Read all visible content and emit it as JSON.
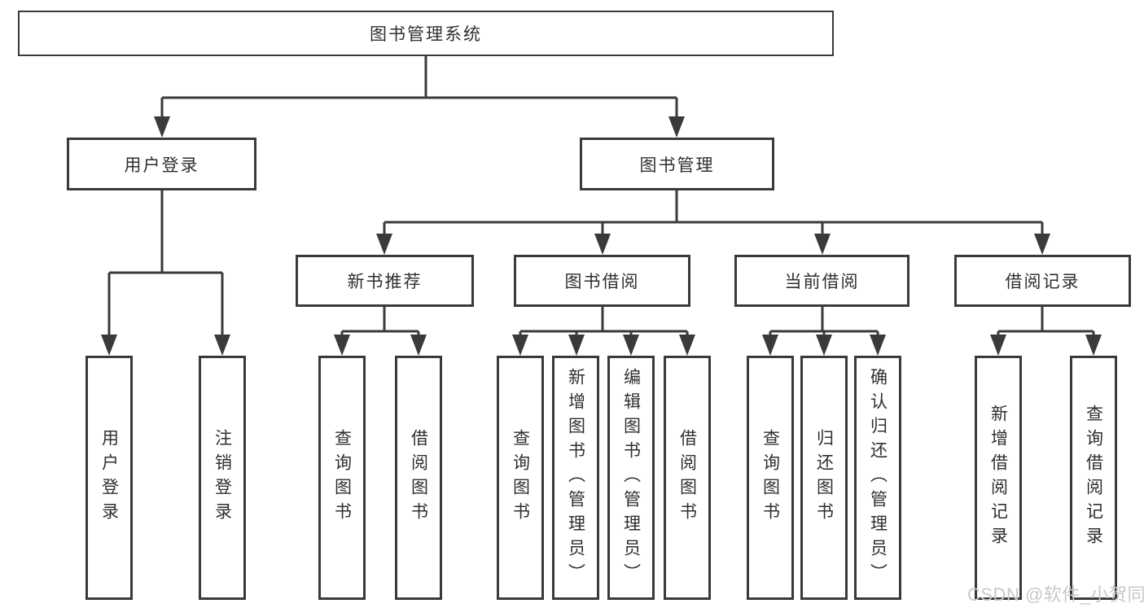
{
  "nodes": {
    "root": "图书管理系统",
    "level2": {
      "login": "用户登录",
      "management": "图书管理"
    },
    "level3": {
      "new_books": "新书推荐",
      "borrowing": "图书借阅",
      "current": "当前借阅",
      "records": "借阅记录"
    },
    "leaves": [
      "用户登录",
      "注销登录",
      "查询图书",
      "借阅图书",
      "查询图书",
      "新增图书（管理员）",
      "编辑图书（管理员）",
      "借阅图书",
      "查询图书",
      "归还图书",
      "确认归还（管理员）",
      "新增借阅记录",
      "查询借阅记录"
    ]
  },
  "watermark": "CSDN @软件_小贺同学",
  "colors": {
    "line": "#3a3a3a",
    "text": "#2f2f2f",
    "watermark": "#c8c8c8",
    "background": "#ffffff"
  }
}
